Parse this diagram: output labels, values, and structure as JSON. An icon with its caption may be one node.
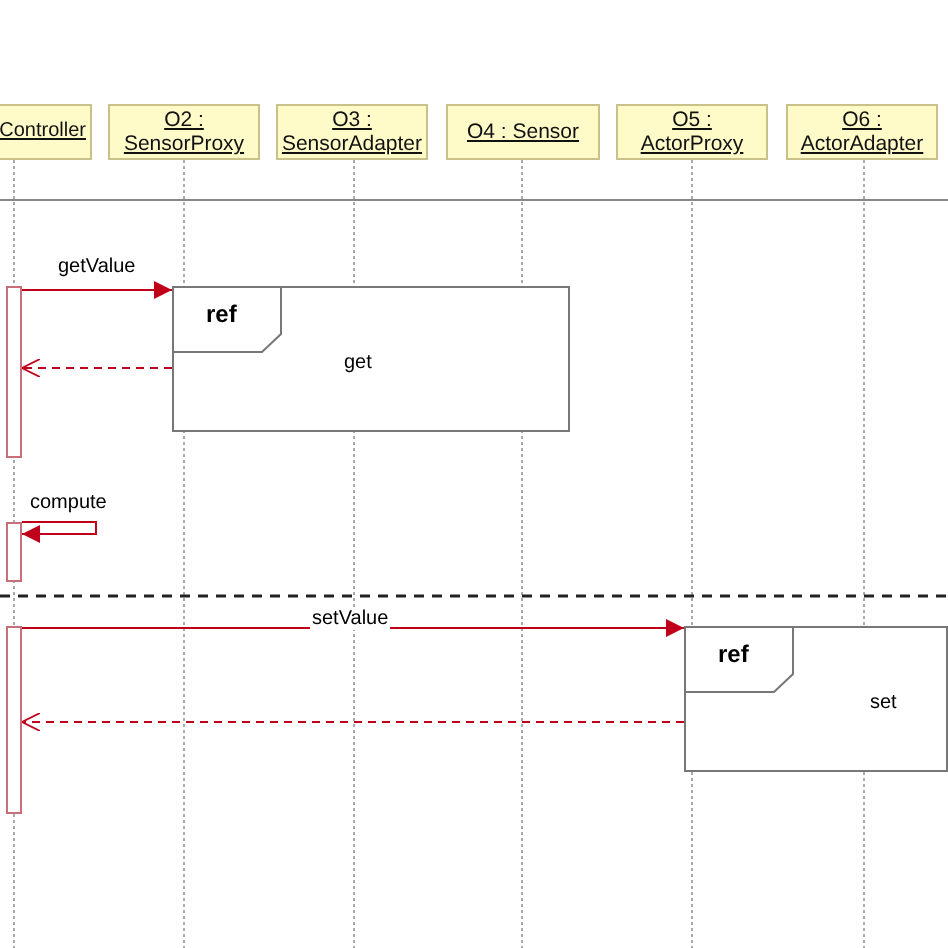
{
  "diagram": {
    "nodes": [
      {
        "text": [
          "Controller"
        ]
      },
      {
        "text": [
          "O2 : SensorProxy"
        ]
      },
      {
        "text": [
          "O3 : SensorAdapter"
        ]
      },
      {
        "text": [
          "O4 : Sensor"
        ]
      },
      {
        "text": [
          "O5 : ActorProxy"
        ]
      },
      {
        "text": [
          "O6 : ActorAdapter"
        ]
      },
      {
        "text": [],
        "shape": "bar"
      },
      {
        "text": [
          "ref",
          "get"
        ]
      },
      {
        "text": [],
        "shape": "bar"
      },
      {
        "text": [],
        "shape": "bar"
      },
      {
        "text": [
          "ref",
          "set"
        ]
      }
    ],
    "edges": [
      {
        "from": 6,
        "to": 7,
        "arrow": "to",
        "label": "getValue"
      },
      {
        "from": 7,
        "to": 6,
        "arrow": "to",
        "style": "dashed"
      },
      {
        "from": null,
        "to": 8,
        "arrow": "to",
        "label": "compute"
      },
      {
        "from": 9,
        "to": 10,
        "arrow": "to",
        "label": "setValue"
      },
      {
        "from": 10,
        "to": 9,
        "arrow": "to",
        "style": "dashed"
      }
    ]
  }
}
